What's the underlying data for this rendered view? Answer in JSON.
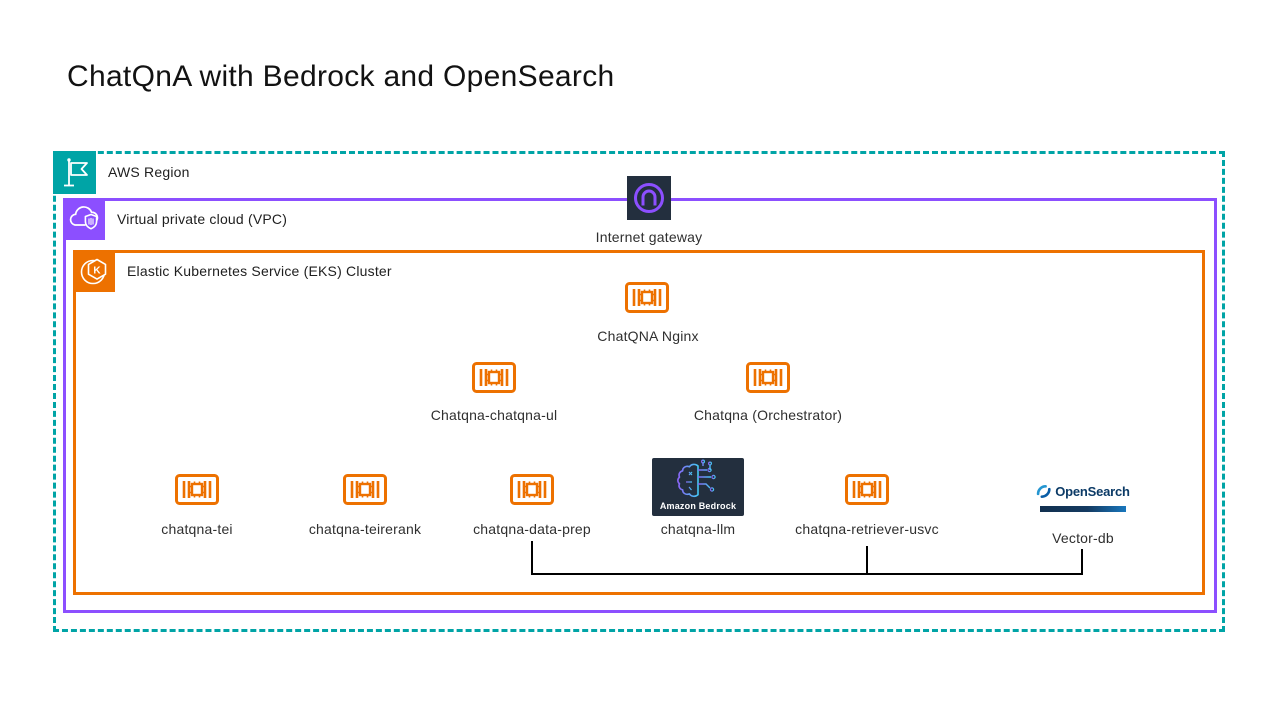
{
  "title": "ChatQnA with Bedrock and OpenSearch",
  "region": {
    "label": "AWS Region",
    "border_color": "#00A4A6"
  },
  "vpc": {
    "label": "Virtual private cloud (VPC)",
    "border_color": "#8C4FFF"
  },
  "eks": {
    "label": "Elastic Kubernetes Service (EKS) Cluster",
    "border_color": "#ED7100"
  },
  "nodes": {
    "internet_gateway": {
      "label": "Internet gateway"
    },
    "nginx": {
      "label": "ChatQNA Nginx"
    },
    "chatqna_ui": {
      "label": "Chatqna-chatqna-ul"
    },
    "orchestrator": {
      "label": "Chatqna (Orchestrator)"
    },
    "tei": {
      "label": "chatqna-tei"
    },
    "teirerank": {
      "label": "chatqna-teirerank"
    },
    "data_prep": {
      "label": "chatqna-data-prep"
    },
    "llm": {
      "label": "chatqna-llm",
      "badge": "Amazon Bedrock"
    },
    "retriever": {
      "label": "chatqna-retriever-usvc"
    },
    "vector_db": {
      "label": "Vector-db",
      "logo_text": "OpenSearch"
    }
  },
  "colors": {
    "container_icon_orange": "#ED7100",
    "igw_background": "#232F3E",
    "igw_glyph_purple": "#8C4FFF",
    "bedrock_background": "#232F3E",
    "opensearch_text_blue": "#0B3A66",
    "connector_line": "#000000"
  }
}
